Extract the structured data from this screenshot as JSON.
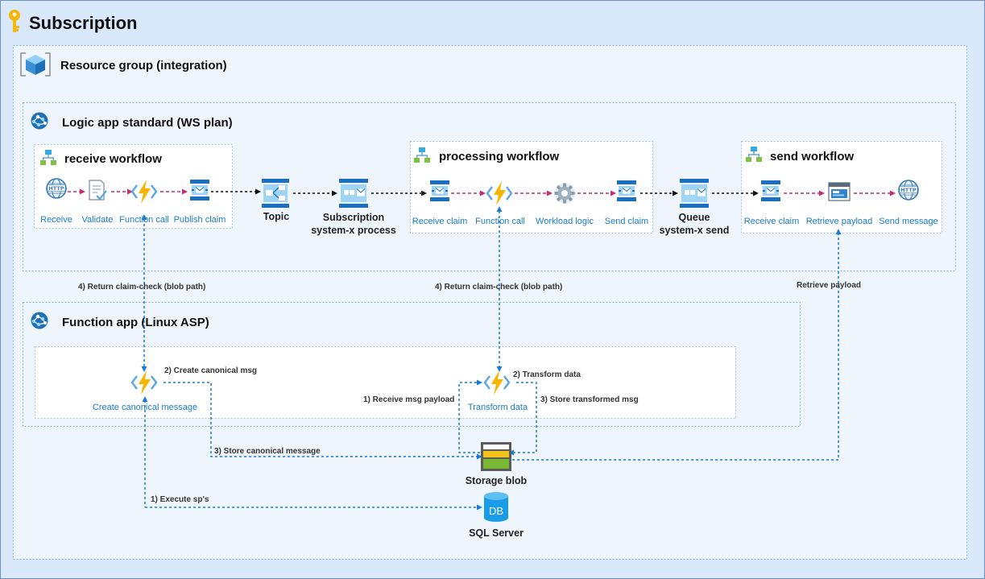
{
  "title": "Subscription",
  "resource_group": {
    "title": "Resource group (integration)"
  },
  "logic_app": {
    "title": "Logic app standard (WS plan)"
  },
  "function_app": {
    "title": "Function app (Linux ASP)"
  },
  "receive_workflow": {
    "title": "receive workflow",
    "steps": {
      "receive": "Receive",
      "validate": "Validate",
      "function_call": "Function call",
      "publish_claim": "Publish claim"
    }
  },
  "processing_workflow": {
    "title": "processing workflow",
    "steps": {
      "receive_claim": "Receive claim",
      "function_call": "Function call",
      "workload_logic": "Workload logic",
      "send_claim": "Send claim"
    }
  },
  "send_workflow": {
    "title": "send workflow",
    "steps": {
      "receive_claim": "Receive claim",
      "retrieve_payload": "Retrieve payload",
      "send_message": "Send message"
    }
  },
  "topic": {
    "label": "Topic"
  },
  "subscription_bus": {
    "line1": "Subscription",
    "line2": "system-x process"
  },
  "queue": {
    "line1": "Queue",
    "line2": "system-x send"
  },
  "functions": {
    "create_canonical": "Create canonical message",
    "transform": "Transform data"
  },
  "storage": {
    "label": "Storage blob"
  },
  "sql": {
    "label": "SQL Server",
    "badge": "DB"
  },
  "edge_labels": {
    "return_claim_1": "4) Return claim-check (blob path)",
    "return_claim_2": "4) Return claim-check (blob path)",
    "retrieve_payload": "Retrieve payload",
    "create_canonical_msg": "2) Create canonical msg",
    "transform_data": "2) Transform data",
    "receive_msg_payload": "1) Receive msg payload",
    "store_transformed": "3) Store transformed msg",
    "store_canonical": "3) Store canonical message",
    "execute_sps": "1) Execute sp's"
  },
  "colors": {
    "subscription_bg": "#dae8fc",
    "container_bg": "#eef5fd",
    "container_border": "#7fb2e6",
    "flow_dash": "#cc2a6f",
    "bus_dash": "#111111",
    "storage_link": "#1a7bd9",
    "label_blue": "#1a7bc9",
    "bolt_yellow": "#f7b500",
    "key_yellow": "#f2b80f"
  },
  "icons": [
    "key-icon",
    "cube-icon",
    "logic-app-icon",
    "workflow-icon",
    "http-globe-icon",
    "checklist-icon",
    "azure-function-icon",
    "service-bus-icon",
    "topic-icon",
    "subscription-icon",
    "gear-icon",
    "browser-icon",
    "storage-blob-icon",
    "database-icon"
  ]
}
